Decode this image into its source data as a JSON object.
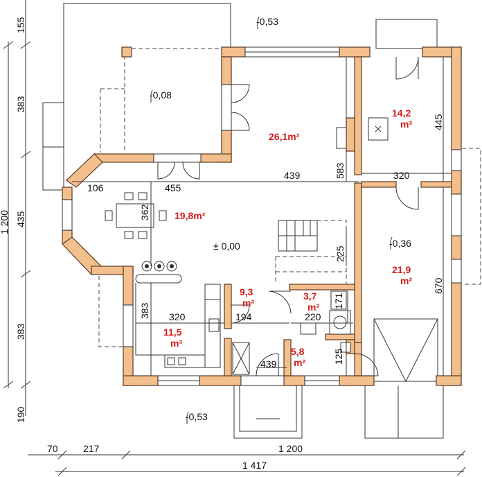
{
  "plan": {
    "dimensions_left": [
      "155",
      "383",
      "1 200",
      "435",
      "383",
      "190"
    ],
    "dimensions_bottom": [
      "70",
      "217",
      "1 200",
      "1 417"
    ],
    "dimensions_inner": [
      "106",
      "455",
      "439",
      "583",
      "362",
      "320",
      "445",
      "225",
      "670",
      "383",
      "320",
      "194",
      "220",
      "171",
      "439",
      "125"
    ],
    "levels": [
      "-0,53",
      "-0,08",
      "± 0,00",
      "-0,36",
      "-0,53"
    ],
    "rooms": [
      {
        "value": "26,1m²"
      },
      {
        "value": "14,2",
        "unit": "m²"
      },
      {
        "value": "19,8m²"
      },
      {
        "value": "21,9",
        "unit": "m²"
      },
      {
        "value": "9,3",
        "unit": "m²"
      },
      {
        "value": "3,7",
        "unit": "m²"
      },
      {
        "value": "11,5",
        "unit": "m²"
      },
      {
        "value": "5,8",
        "unit": "m²"
      }
    ],
    "colors": {
      "wall": "#f3bf8c",
      "area_text": "#d21c1c",
      "line": "#333333"
    }
  }
}
